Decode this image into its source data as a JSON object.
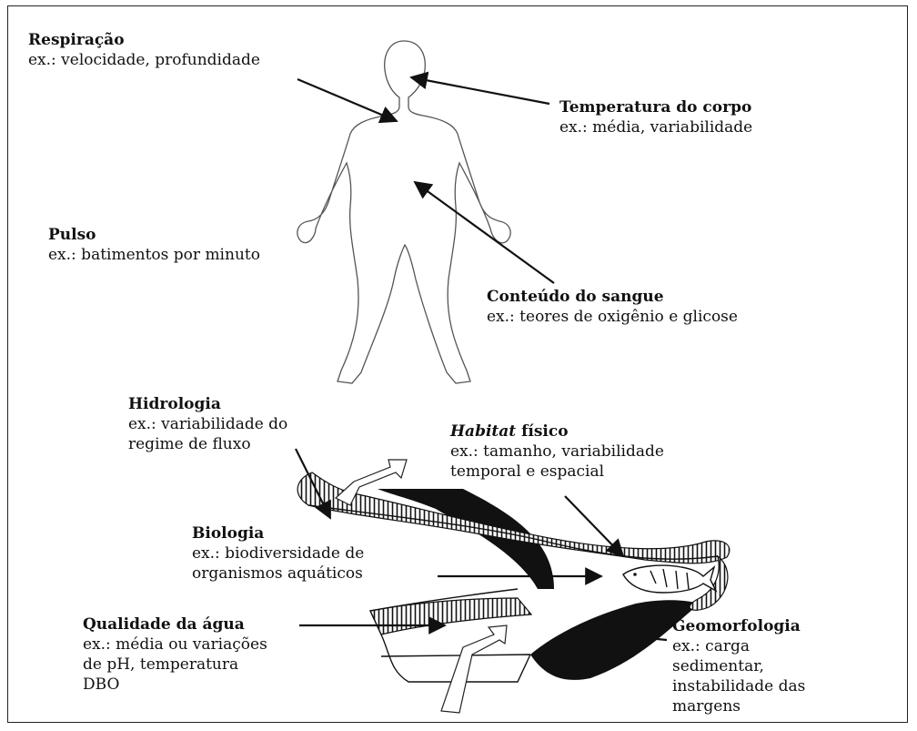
{
  "body_labels": {
    "respiracao": {
      "title": "Respiração",
      "desc": "ex.: velocidade, profundidade"
    },
    "temperatura": {
      "title": "Temperatura do corpo",
      "desc": "ex.: média, variabilidade"
    },
    "pulso": {
      "title": "Pulso",
      "desc": "ex.: batimentos por minuto"
    },
    "sangue": {
      "title": "Conteúdo do sangue",
      "desc": "ex.: teores de oxigênio e glicose"
    }
  },
  "river_labels": {
    "hidrologia": {
      "title": "Hidrologia",
      "desc_1": "ex.: variabilidade do",
      "desc_2": "regime de fluxo"
    },
    "habitat": {
      "title_italic": "Habitat",
      "title_rest": " físico",
      "desc_1": "ex.: tamanho, variabilidade",
      "desc_2": "temporal e espacial"
    },
    "biologia": {
      "title": "Biologia",
      "desc_1": "ex.: biodiversidade de",
      "desc_2": "organismos aquáticos"
    },
    "qualidade": {
      "title": "Qualidade da água",
      "desc_1": "ex.: média ou variações",
      "desc_2": "de pH,  temperatura",
      "desc_3": "DBO"
    },
    "geomorfologia": {
      "title": "Geomorfologia",
      "desc_1": "ex.: carga",
      "desc_2": "sedimentar,",
      "desc_3": "instabilidade das",
      "desc_4": "margens"
    }
  }
}
